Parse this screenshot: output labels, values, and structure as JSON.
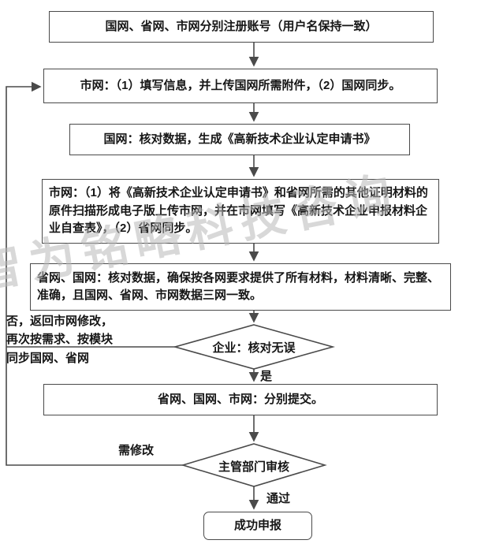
{
  "watermark": "智为铭略科技咨询",
  "nodes": {
    "step1": "国网、省网、市网分别注册账号（用户名保持一致）",
    "step2": "市网：（1）填写信息，并上传国网所需附件，（2）国网同步。",
    "step3": "国网：核对数据，生成《高新技术企业认定申请书》",
    "step4": "市网：（1）将《高新技术企业认定申请书》和省网所需的其他证明材料的原件扫描形成电子版上传市网，并在市网填写《高新技术企业申报材料企业自查表》，（2）省网同步。",
    "step5": "省网、国网：核对数据，确保按各网要求提供了所有材料，材料清晰、完整、准确，且国网、省网、市网数据三网一致。",
    "decision1": "企业：核对无误",
    "step6": "省网、国网、市网：分别提交。",
    "decision2": "主管部门审核",
    "end": "成功申报"
  },
  "labels": {
    "no_loop": "否，返回市网修改，\n再次按需求、按模块\n同步国网、省网",
    "yes": "是",
    "need_fix": "需修改",
    "pass": "通过"
  },
  "colors": {
    "line": "#4a4a4a",
    "text": "#161616",
    "watermark": "#b9b9b9"
  }
}
